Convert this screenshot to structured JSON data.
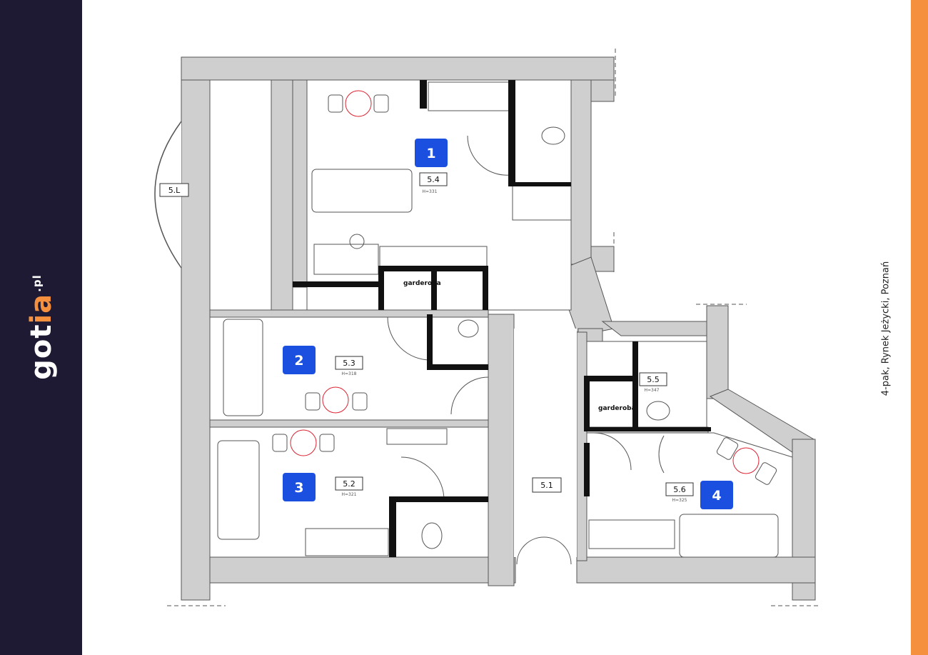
{
  "brand": {
    "name_pre": "got",
    "name_accent": "ia",
    "name_tld": ".pl"
  },
  "location_caption": "4-pak, Rynek Jeżycki, Poznań",
  "units": [
    {
      "badge": "1",
      "room_code": "5.4",
      "height": "H=331"
    },
    {
      "badge": "2",
      "room_code": "5.3",
      "height": "H=318"
    },
    {
      "badge": "3",
      "room_code": "5.2",
      "height": "H=321"
    },
    {
      "badge": "4",
      "room_code": "5.6",
      "height": "H=325"
    }
  ],
  "areas": {
    "balcony": "5.L",
    "corridor": "5.1",
    "bathroom_unit4": "5.5",
    "bathroom_unit4_height": "H=347"
  },
  "wardrobe_label": "garderoba",
  "colors": {
    "sidebar": "#1f1a33",
    "accent": "#f5913e",
    "badge": "#1a4fe0",
    "wall": "#cfcfcf"
  }
}
